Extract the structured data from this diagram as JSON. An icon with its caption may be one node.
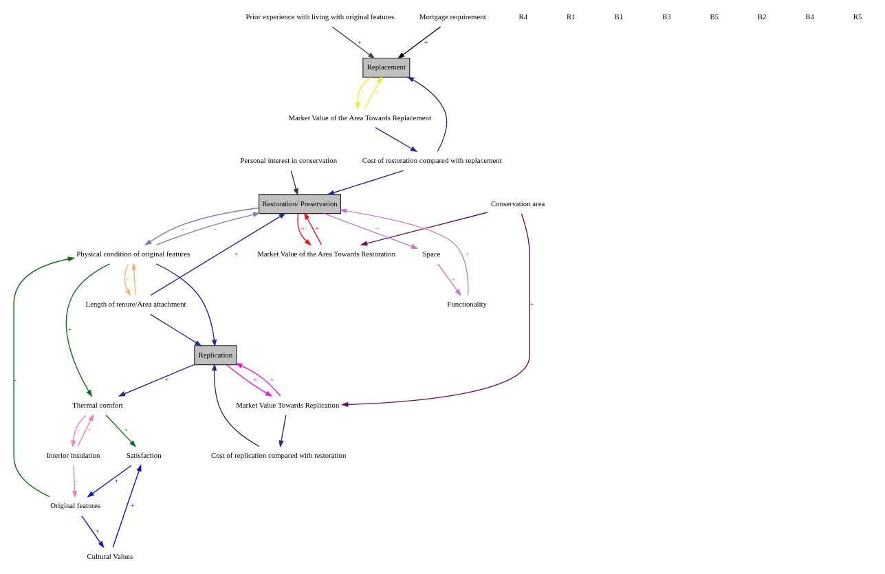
{
  "diagram": {
    "nodes": [
      {
        "text": [
          "Prior experience with living with original features"
        ]
      },
      {
        "text": [
          "Market Value of the Area Towards Replacement"
        ]
      },
      {
        "text": [
          "Mortgage requirement"
        ]
      },
      {
        "text": [
          "Replacement"
        ]
      },
      {
        "text": [
          "Personal interest in conservation"
        ]
      },
      {
        "text": [
          "Market Value of the Area Towards Restoration"
        ]
      },
      {
        "text": [
          "Cost of restoration compared with replacement"
        ]
      },
      {
        "text": [
          "Conservation area"
        ]
      },
      {
        "text": [
          "Original features"
        ]
      },
      {
        "text": [
          "Cultural Values"
        ]
      },
      {
        "text": [
          "Physical condition of original features"
        ]
      },
      {
        "text": [
          "Restoration/ Preservation"
        ]
      },
      {
        "text": [
          "Space"
        ]
      },
      {
        "text": [
          "Satisfaction"
        ]
      },
      {
        "text": [
          "Functionality"
        ]
      },
      {
        "text": [
          "Interior insulation"
        ]
      },
      {
        "text": [
          "Thermal comfort"
        ]
      },
      {
        "text": [
          "Length of tenure/Area attachment"
        ]
      },
      {
        "text": [
          "Replication"
        ]
      },
      {
        "text": [
          "Cost of replication compared with restoration"
        ]
      },
      {
        "text": [
          "Market Value Towards Replication"
        ]
      }
    ],
    "edges": [
      {
        "from": 0,
        "to": 3,
        "arrow": "to",
        "label": "+",
        "color": "#444444"
      },
      {
        "from": 2,
        "to": 3,
        "arrow": "to",
        "label": "+",
        "color": "#000000"
      },
      {
        "from": 3,
        "to": 1,
        "arrow": "to",
        "label": "+",
        "color": "#f2ee1a"
      },
      {
        "from": 1,
        "to": 3,
        "arrow": "to",
        "label": "+",
        "color": "#f2ee1a"
      },
      {
        "from": 1,
        "to": 6,
        "arrow": "to"
      },
      {
        "from": 6,
        "to": 3,
        "arrow": "to"
      },
      {
        "from": 6,
        "to": 11,
        "arrow": "to"
      },
      {
        "from": 4,
        "to": 11,
        "arrow": "to",
        "color": "#333333"
      },
      {
        "from": 11,
        "to": 5,
        "arrow": "to",
        "label": "+",
        "color": "#f01010"
      },
      {
        "from": 5,
        "to": 11,
        "arrow": "to",
        "label": "+",
        "color": "#f01010"
      },
      {
        "from": 7,
        "to": 5,
        "arrow": "to",
        "color": "#6a0e5e"
      },
      {
        "from": 7,
        "to": 20,
        "arrow": "to",
        "label": "+",
        "color": "#6a0e5e"
      },
      {
        "from": 8,
        "to": 9,
        "arrow": "to",
        "label": "+",
        "color": "#1010d0"
      },
      {
        "from": 9,
        "to": 13,
        "arrow": "to",
        "label": "+",
        "color": "#1010d0"
      },
      {
        "from": 13,
        "to": 8,
        "arrow": "to",
        "label": "+",
        "color": "#1010d0"
      },
      {
        "from": 8,
        "to": 10,
        "arrow": "to",
        "label": "-",
        "color": "#0a6e12"
      },
      {
        "from": 10,
        "to": 16,
        "arrow": "to",
        "label": "+",
        "color": "#0a6e12"
      },
      {
        "from": 16,
        "to": 13,
        "arrow": "to",
        "label": "+",
        "color": "#0a6e12"
      },
      {
        "from": 10,
        "to": 11,
        "arrow": "to",
        "label": "-",
        "color": "#7b7bbd"
      },
      {
        "from": 11,
        "to": 10,
        "arrow": "to",
        "label": "-",
        "color": "#7b7bbd"
      },
      {
        "from": 11,
        "to": 12,
        "arrow": "to",
        "label": "+",
        "color": "#c27cc4"
      },
      {
        "from": 12,
        "to": 14,
        "arrow": "to",
        "label": "+",
        "color": "#c27cc4"
      },
      {
        "from": 14,
        "to": 11,
        "arrow": "to",
        "label": "+",
        "color": "#c27cc4"
      },
      {
        "from": 17,
        "to": 10,
        "arrow": "to",
        "label": "-",
        "color": "#f7b26b"
      },
      {
        "from": 10,
        "to": 17,
        "arrow": "to",
        "label": "+",
        "color": "#f7b26b"
      },
      {
        "from": 17,
        "to": 11,
        "arrow": "to",
        "label": "+"
      },
      {
        "from": 10,
        "to": 18,
        "arrow": "to"
      },
      {
        "from": 17,
        "to": 18,
        "arrow": "to"
      },
      {
        "from": 18,
        "to": 16,
        "arrow": "to",
        "label": "+"
      },
      {
        "from": 19,
        "to": 18,
        "arrow": "to"
      },
      {
        "from": 20,
        "to": 19,
        "arrow": "to"
      },
      {
        "from": 18,
        "to": 20,
        "arrow": "to",
        "label": "+",
        "color": "#f013d8"
      },
      {
        "from": 20,
        "to": 18,
        "arrow": "to",
        "label": "+",
        "color": "#f013d8"
      },
      {
        "from": 15,
        "to": 16,
        "arrow": "to",
        "label": "+",
        "color": "#f57fb0"
      },
      {
        "from": 16,
        "to": 15,
        "arrow": "to",
        "label": "-",
        "color": "#f57fb0"
      },
      {
        "from": 15,
        "to": 8,
        "arrow": "to",
        "label": "-",
        "color": "#f57fb0"
      }
    ],
    "labels": [
      "R4",
      "R1",
      "B1",
      "B3",
      "B5",
      "B2",
      "B4",
      "R5"
    ]
  }
}
